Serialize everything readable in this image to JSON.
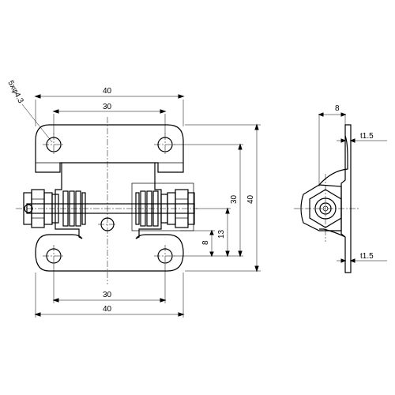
{
  "front_view": {
    "hole_callout": "5xφ4.3",
    "dims": {
      "top_overall_width": "40",
      "top_hole_pitch": "30",
      "bottom_hole_pitch": "30",
      "bottom_overall_width": "40",
      "right_overall_height": "40",
      "right_hole_pitch": "30",
      "right_pin_height": "13",
      "right_lower_hole": "8"
    }
  },
  "side_view": {
    "dims": {
      "depth": "8",
      "upper_thickness": "t1.5",
      "lower_thickness": "t1.5"
    }
  }
}
